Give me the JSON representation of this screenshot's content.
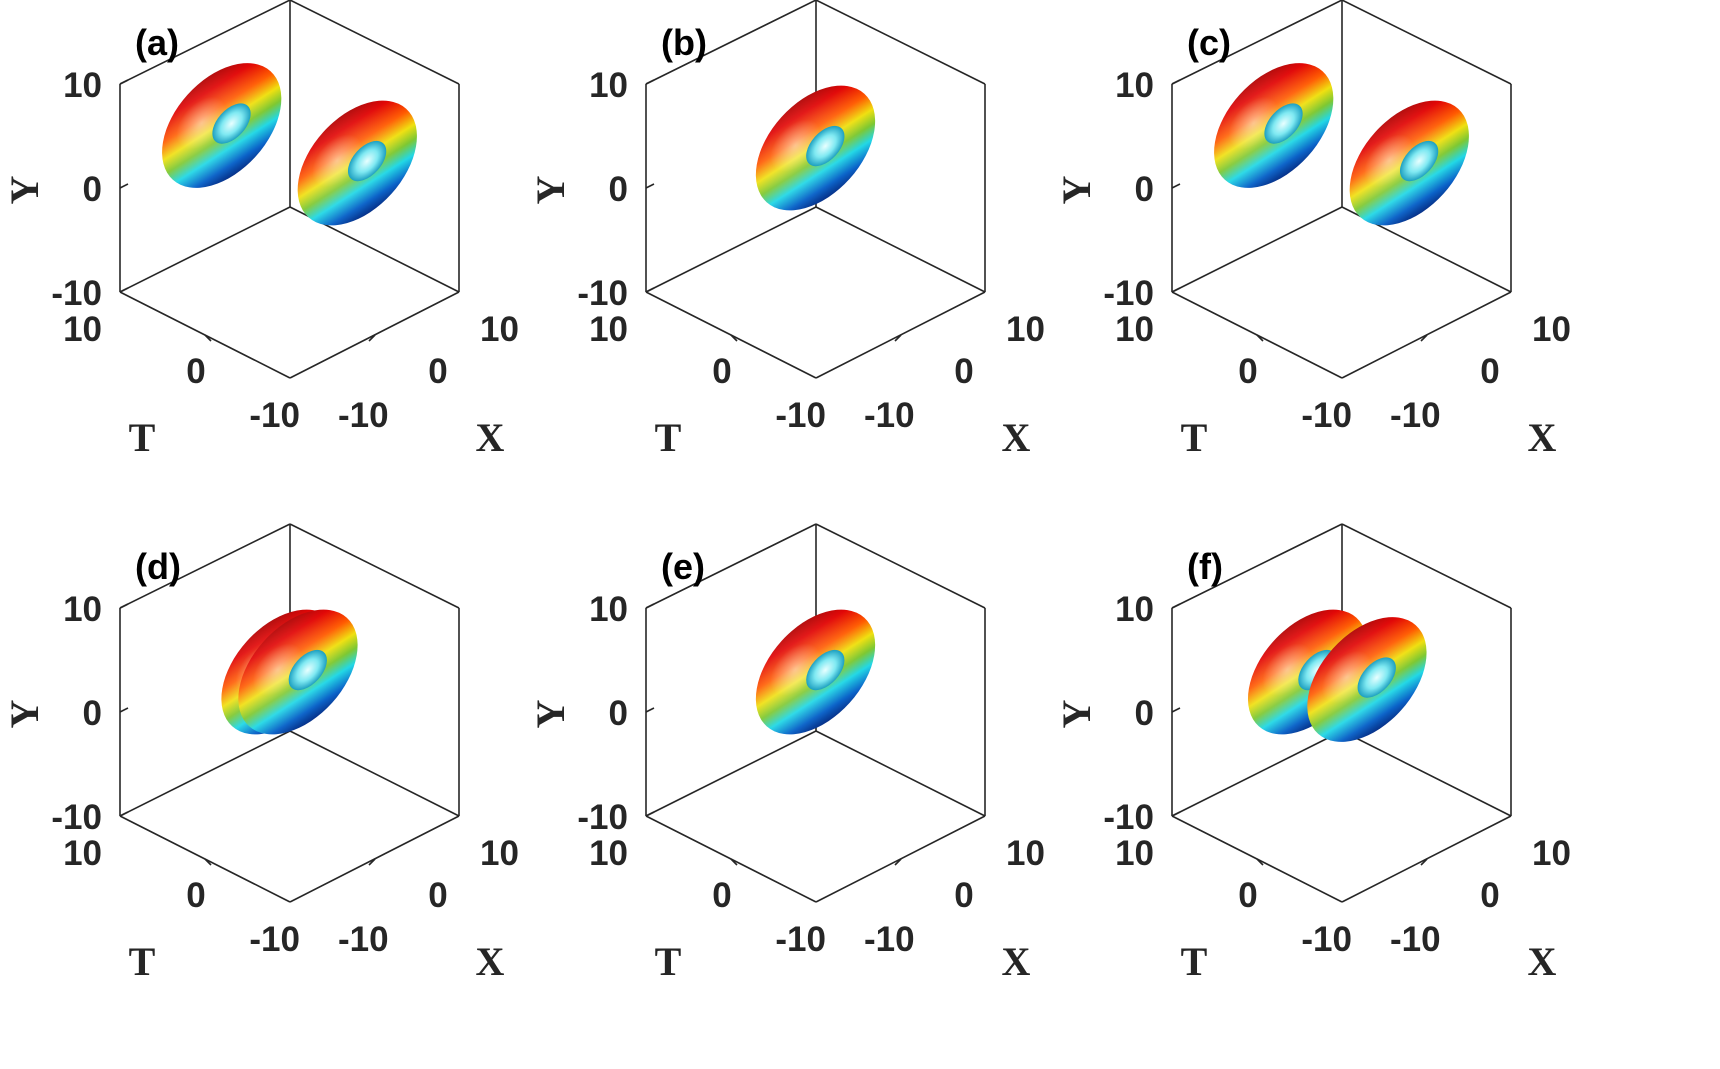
{
  "colors": {
    "red": "#e00000",
    "yellow": "#e8e40a",
    "green": "#7ec832",
    "cyan": "#20d8e8",
    "blue": "#0a2a8a",
    "axis": "#262626"
  },
  "chart_data": [
    {
      "type": "isosurface",
      "panel_label": "(a)",
      "ylabel": "Y",
      "tlabel": "T",
      "xlabel": "X",
      "yticks": [
        "10",
        "0",
        "-10"
      ],
      "tticks": [
        "10",
        "0",
        "-10"
      ],
      "xticks": [
        "-10",
        "0",
        "10"
      ],
      "xlim": [
        -10,
        10
      ],
      "ylim": [
        -10,
        10
      ],
      "tlim": [
        -10,
        10
      ],
      "grid": false,
      "objects": [
        {
          "x": -4,
          "t": 4,
          "y": 3
        },
        {
          "x": 4,
          "t": -4,
          "y": -2
        }
      ]
    },
    {
      "type": "isosurface",
      "panel_label": "(b)",
      "ylabel": "Y",
      "tlabel": "T",
      "xlabel": "X",
      "yticks": [
        "10",
        "0",
        "-10"
      ],
      "tticks": [
        "10",
        "0",
        "-10"
      ],
      "xticks": [
        "-10",
        "0",
        "10"
      ],
      "xlim": [
        -10,
        10
      ],
      "ylim": [
        -10,
        10
      ],
      "tlim": [
        -10,
        10
      ],
      "grid": false,
      "objects": [
        {
          "x": 0,
          "t": 0,
          "y": 0
        }
      ]
    },
    {
      "type": "isosurface",
      "panel_label": "(c)",
      "ylabel": "Y",
      "tlabel": "T",
      "xlabel": "X",
      "yticks": [
        "10",
        "0",
        "-10"
      ],
      "tticks": [
        "10",
        "0",
        "-10"
      ],
      "xticks": [
        "-10",
        "0",
        "10"
      ],
      "xlim": [
        -10,
        10
      ],
      "ylim": [
        -10,
        10
      ],
      "tlim": [
        -10,
        10
      ],
      "grid": false,
      "objects": [
        {
          "x": -4,
          "t": 4,
          "y": 3
        },
        {
          "x": 4,
          "t": -4,
          "y": -2
        }
      ]
    },
    {
      "type": "isosurface",
      "panel_label": "(d)",
      "ylabel": "Y",
      "tlabel": "T",
      "xlabel": "X",
      "yticks": [
        "10",
        "0",
        "-10"
      ],
      "tticks": [
        "10",
        "0",
        "-10"
      ],
      "xticks": [
        "-10",
        "0",
        "10"
      ],
      "xlim": [
        -10,
        10
      ],
      "ylim": [
        -10,
        10
      ],
      "tlim": [
        -10,
        10
      ],
      "grid": false,
      "objects": [
        {
          "x": -0.5,
          "t": 0.5,
          "y": 0
        },
        {
          "x": 0.5,
          "t": -0.5,
          "y": 0
        }
      ]
    },
    {
      "type": "isosurface",
      "panel_label": "(e)",
      "ylabel": "Y",
      "tlabel": "T",
      "xlabel": "X",
      "yticks": [
        "10",
        "0",
        "-10"
      ],
      "tticks": [
        "10",
        "0",
        "-10"
      ],
      "xticks": [
        "-10",
        "0",
        "10"
      ],
      "xlim": [
        -10,
        10
      ],
      "ylim": [
        -10,
        10
      ],
      "tlim": [
        -10,
        10
      ],
      "grid": false,
      "objects": [
        {
          "x": 0,
          "t": 0,
          "y": 0
        }
      ]
    },
    {
      "type": "isosurface",
      "panel_label": "(f)",
      "ylabel": "Y",
      "tlabel": "T",
      "xlabel": "X",
      "yticks": [
        "10",
        "0",
        "-10"
      ],
      "tticks": [
        "10",
        "0",
        "-10"
      ],
      "xticks": [
        "-10",
        "0",
        "10"
      ],
      "xlim": [
        -10,
        10
      ],
      "ylim": [
        -10,
        10
      ],
      "tlim": [
        -10,
        10
      ],
      "grid": false,
      "objects": [
        {
          "x": -2,
          "t": 2,
          "y": 0
        },
        {
          "x": 1.5,
          "t": -1.5,
          "y": -1
        }
      ]
    }
  ]
}
